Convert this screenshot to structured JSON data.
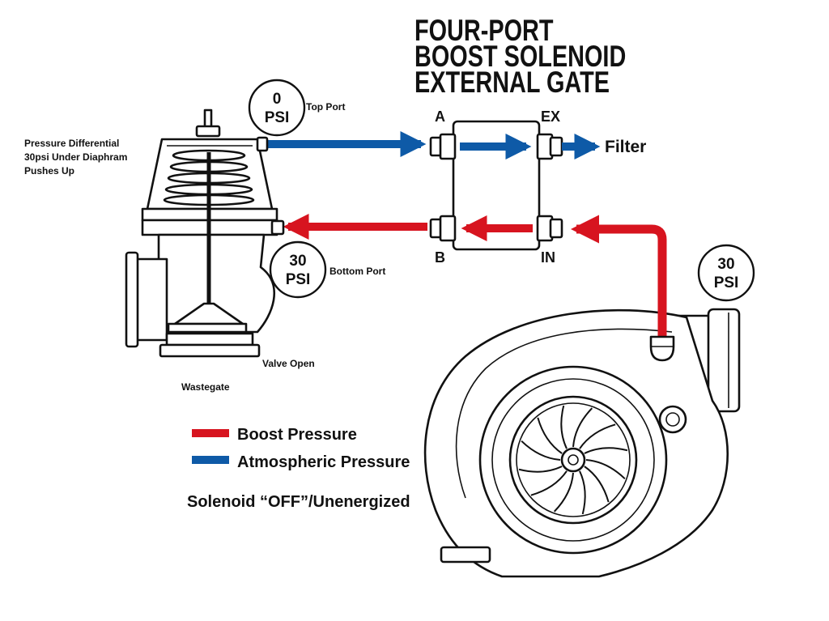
{
  "title": {
    "line1": "FOUR-PORT",
    "line2": "BOOST SOLENOID",
    "line3": "EXTERNAL GATE"
  },
  "wastegate": {
    "label": "Wastegate",
    "note_line1": "Pressure Differential",
    "note_line2": "30psi Under Diaphram",
    "note_line3": "Pushes Up",
    "valve_state": "Valve Open",
    "top_port": "Top Port",
    "bottom_port": "Bottom Port"
  },
  "gauges": {
    "top": {
      "value": "0",
      "unit": "PSI"
    },
    "bottom": {
      "value": "30",
      "unit": "PSI"
    },
    "turbo": {
      "value": "30",
      "unit": "PSI"
    }
  },
  "solenoid": {
    "port_a": "A",
    "port_b": "B",
    "port_ex": "EX",
    "port_in": "IN",
    "exhaust_target": "Filter"
  },
  "legend": {
    "items": [
      {
        "label": "Boost Pressure",
        "color": "#d7141f"
      },
      {
        "label": "Atmospheric Pressure",
        "color": "#0e5aa7"
      }
    ],
    "state": "Solenoid “OFF”/Unenergized"
  },
  "colors": {
    "boost": "#d7141f",
    "atmospheric": "#0e5aa7",
    "outline": "#111111"
  }
}
